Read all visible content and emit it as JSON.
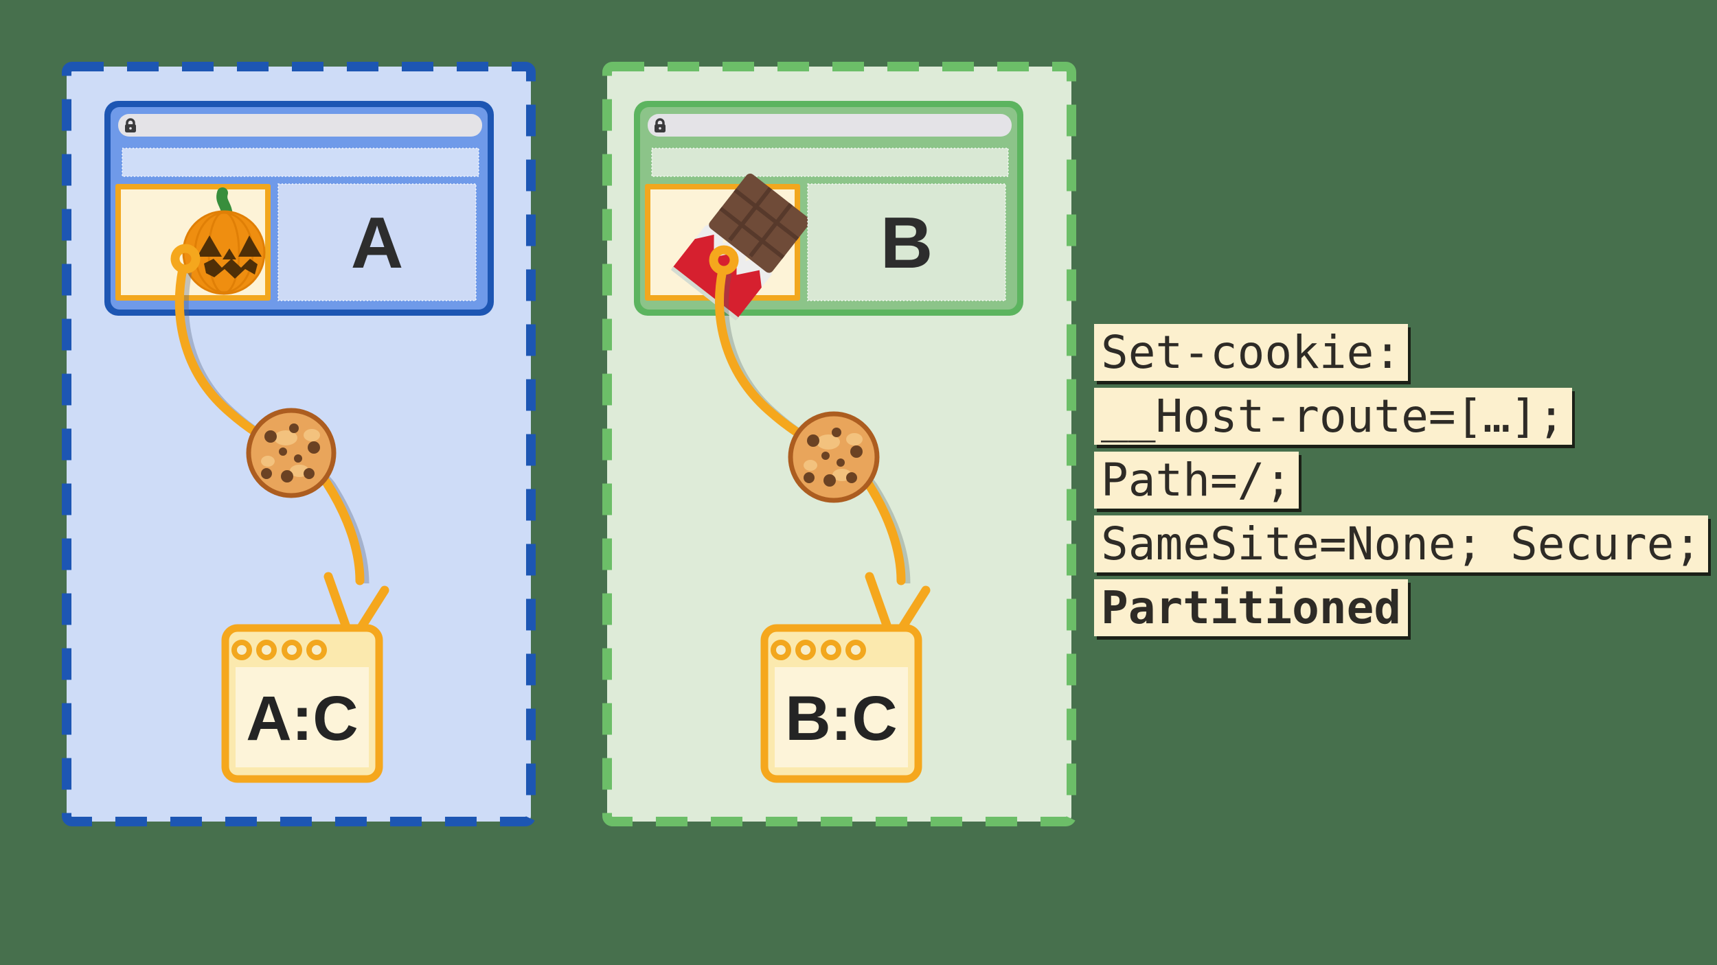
{
  "background_color": "#47704D",
  "accent_orange": "#F5A71D",
  "partition_a": {
    "site_label": "A",
    "jar_label": "A:C",
    "iframe_icon": "pumpkin-icon",
    "theme_color": "#1D56B3",
    "fill_color": "#CEDCF7",
    "browser_body_color": "#6F9AE9"
  },
  "partition_b": {
    "site_label": "B",
    "jar_label": "B:C",
    "iframe_icon": "chocolate-bar-icon",
    "theme_color": "#5CB45F",
    "dash_color": "#6CBE68",
    "fill_color": "#DEEBD8",
    "browser_body_color": "#8CC489"
  },
  "shared_icons": {
    "cookie": "cookie-icon",
    "lock": "lock-icon"
  },
  "code_block": {
    "background_color": "#FCF0CE",
    "text_color": "#2E2B26",
    "lines": [
      {
        "text": "Set-cookie:",
        "bold": false
      },
      {
        "text": "__Host-route=[…];",
        "bold": false
      },
      {
        "text": "Path=/;",
        "bold": false
      },
      {
        "text": "SameSite=None; Secure;",
        "bold": false
      },
      {
        "text": "Partitioned",
        "bold": true
      }
    ]
  }
}
